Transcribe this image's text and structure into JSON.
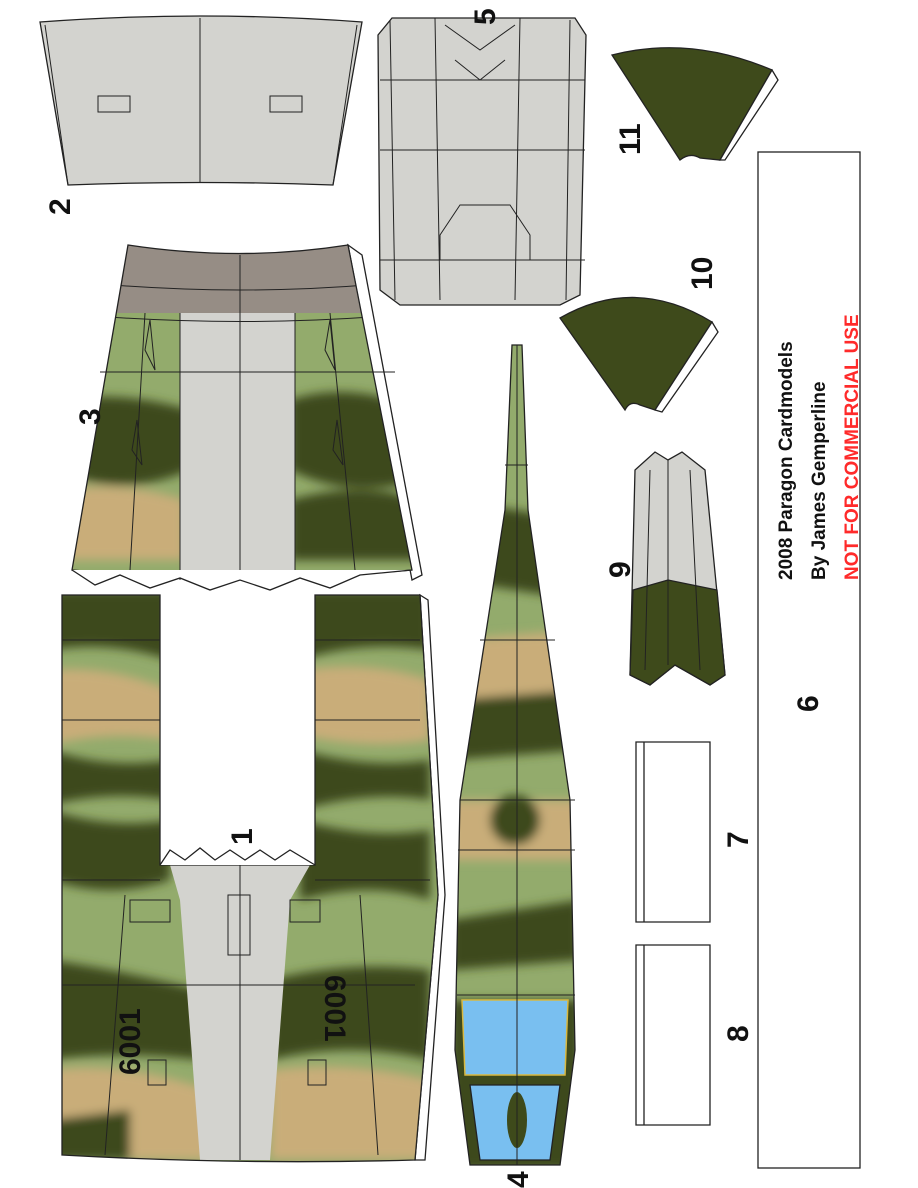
{
  "parts": {
    "p1": "1",
    "p2": "2",
    "p3": "3",
    "p4": "4",
    "p5": "5",
    "p6": "6",
    "p7": "7",
    "p8": "8",
    "p9": "9",
    "p10": "10",
    "p11": "11"
  },
  "markings": {
    "serial_left": "6001",
    "serial_right": "6001"
  },
  "credits": {
    "line1": "2008 Paragon Cardmodels",
    "line2": "By James Gemperline",
    "line3": "NOT FOR COMMERCIAL USE"
  },
  "colors": {
    "dark_olive": "#3e4a1b",
    "light_green": "#93ab6c",
    "tan": "#c9ad79",
    "grey": "#d3d3cf",
    "brown_grey": "#968d85",
    "canopy_blue": "#79bff0",
    "warning_red": "#ff2a2a"
  }
}
